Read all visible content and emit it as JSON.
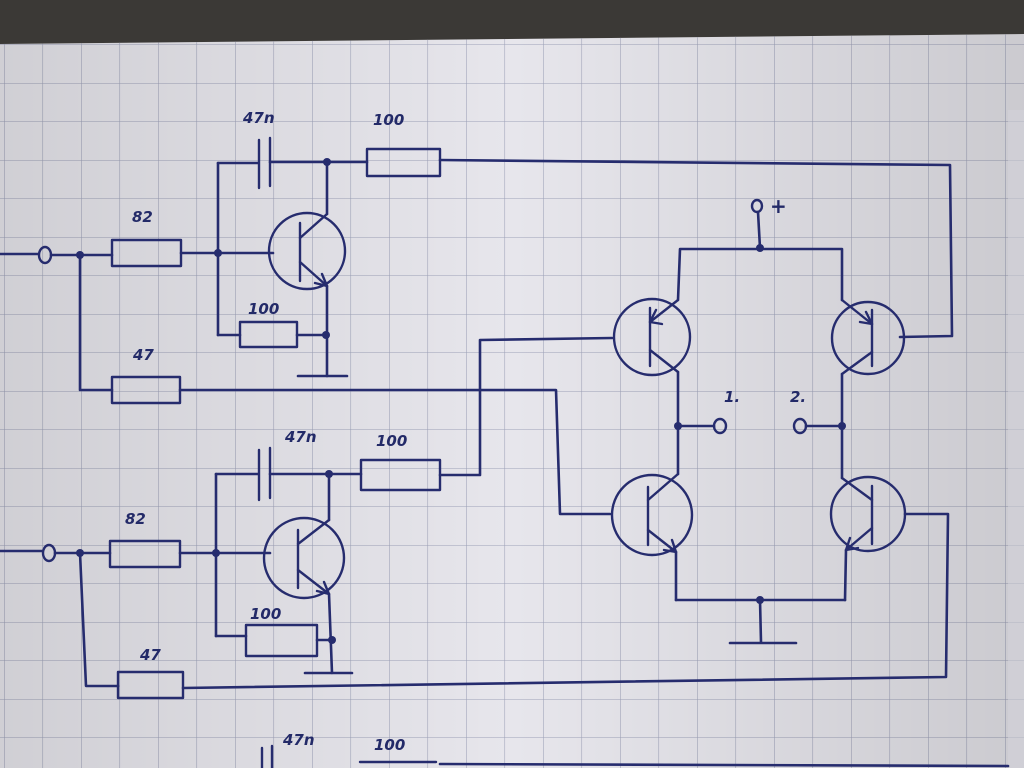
{
  "diagram": {
    "paper_color": "#e7e6ec",
    "grid_color": "#9da1b8",
    "ink_color": "#262c6e",
    "labels": {
      "top_cap": "47n",
      "top_series_res": "100",
      "top_input_res": "82",
      "top_emitter_res": "100",
      "top_feedback_res": "47",
      "bottom_cap": "47n",
      "bottom_series_res": "100",
      "bottom_input_res": "82",
      "bottom_emitter_res": "100",
      "bottom_feedback_res": "47",
      "cut_cap": "47n",
      "cut_res": "100",
      "supply_plus": "+",
      "output_1": "1.",
      "output_2": "2."
    }
  }
}
